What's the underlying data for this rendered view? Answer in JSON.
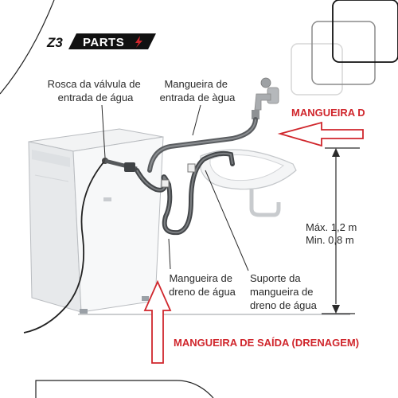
{
  "logo": {
    "mark": "Z3",
    "word": "PARTS"
  },
  "labels": {
    "valve_thread": [
      "Rosca da válvula de",
      "entrada de água"
    ],
    "inlet_hose": [
      "Mangueira de",
      "entrada de àgua"
    ],
    "drain_hose": [
      "Mangueira de",
      "dreno de água"
    ],
    "hose_support": [
      "Suporte da",
      "mangueira de",
      "dreno de água"
    ],
    "height_max": "Máx. 1,2 m",
    "height_min": "Min. 0,8 m"
  },
  "red_labels": {
    "inlet_hose_red": "MANGUEIRA DE ENTRADA",
    "outlet_hose_red": "MANGUEIRA DE SAÍDA (DRENAGEM)"
  },
  "colors": {
    "accent_red": "#d0262c",
    "text": "#2a2a2a",
    "logo_bg": "#111111"
  }
}
